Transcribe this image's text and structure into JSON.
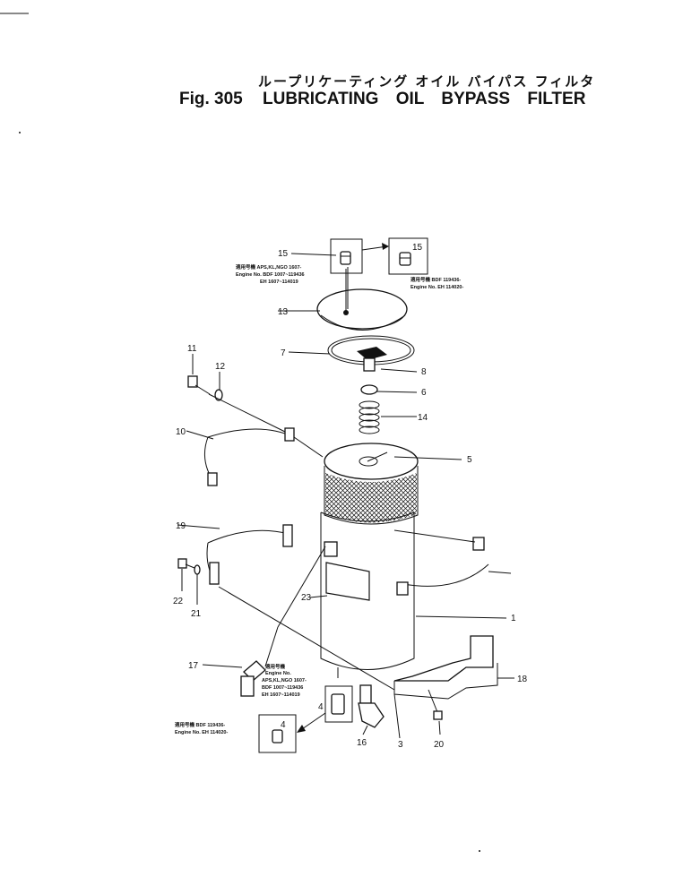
{
  "title": {
    "japanese": "ループリケーティング オイル バイパス フィルタ",
    "figure": "Fig. 305",
    "name": "LUBRICATING OIL BYPASS FILTER"
  },
  "labels": {
    "p1": "1",
    "p3": "3",
    "p4a": "4",
    "p4b": "4",
    "p5": "5",
    "p6": "6",
    "p7": "7",
    "p8": "8",
    "p10": "10",
    "p11": "11",
    "p12": "12",
    "p13": "13",
    "p14": "14",
    "p15a": "15",
    "p15b": "15",
    "p16": "16",
    "p17": "17",
    "p18": "18",
    "p19": "19",
    "p20": "20",
    "p21": "21",
    "p22": "22",
    "p23": "23"
  },
  "notes": {
    "top_left": [
      "適用号機 APS,KL,NGO 1607-",
      "Engine No. BDF 1007~119436",
      "EH 1607~114019"
    ],
    "top_right": [
      "適用号機 BDF 119436-",
      "Engine No. EH 114020-"
    ],
    "bottom_center": [
      "適用号機",
      "Engine No.",
      "APS,KL,NGO 1607-",
      "BDF 1007~119436",
      "EH 1607~114019"
    ],
    "bottom_left": [
      "適用号機 BDF 119436-",
      "Engine No. EH 114020-"
    ]
  }
}
